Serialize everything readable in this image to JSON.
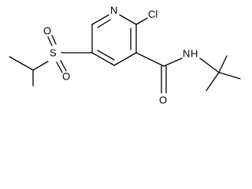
{
  "molecule": {
    "atoms": {
      "n_pyridine": "N",
      "cl": "Cl",
      "s": "S",
      "o_upper": "O",
      "o_lower": "O",
      "n_amide": "N",
      "h_amide": "H",
      "o_carbonyl": "O"
    }
  }
}
